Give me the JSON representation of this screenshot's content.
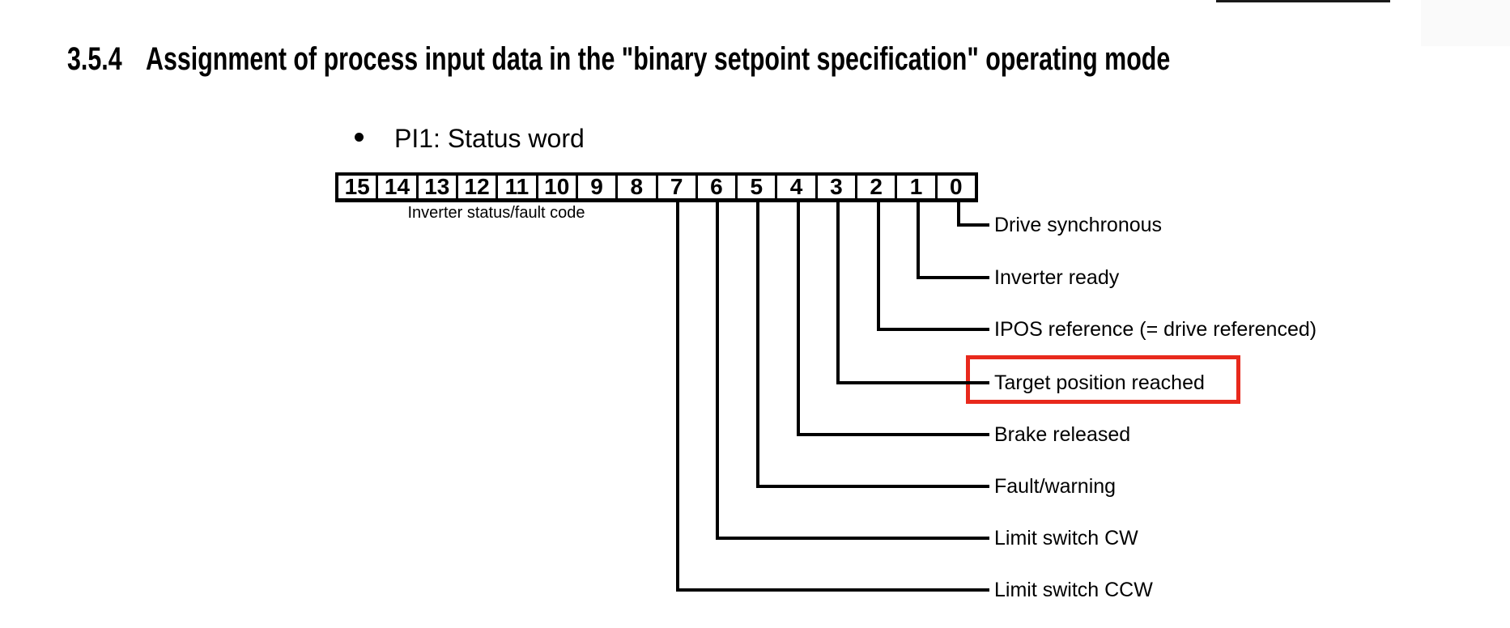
{
  "section": {
    "number": "3.5.4",
    "title": "Assignment of process input data in the \"binary setpoint specification\" operating mode"
  },
  "bullet": {
    "marker": "bullet-dot",
    "text": "PI1: Status word"
  },
  "bitfield": {
    "bits": [
      "15",
      "14",
      "13",
      "12",
      "11",
      "10",
      "9",
      "8",
      "7",
      "6",
      "5",
      "4",
      "3",
      "2",
      "1",
      "0"
    ],
    "upper_byte_label": "Inverter status/fault code",
    "assignments": [
      {
        "bit": "0",
        "label": "Drive synchronous",
        "highlighted": false
      },
      {
        "bit": "1",
        "label": "Inverter ready",
        "highlighted": false
      },
      {
        "bit": "2",
        "label": "IPOS reference (= drive referenced)",
        "highlighted": false
      },
      {
        "bit": "3",
        "label": "Target position reached",
        "highlighted": true
      },
      {
        "bit": "4",
        "label": "Brake released",
        "highlighted": false
      },
      {
        "bit": "5",
        "label": "Fault/warning",
        "highlighted": false
      },
      {
        "bit": "6",
        "label": "Limit switch CW",
        "highlighted": false
      },
      {
        "bit": "7",
        "label": "Limit switch CCW",
        "highlighted": false
      }
    ]
  },
  "colors": {
    "highlight_red": "#e8291c",
    "line_black": "#000000"
  }
}
